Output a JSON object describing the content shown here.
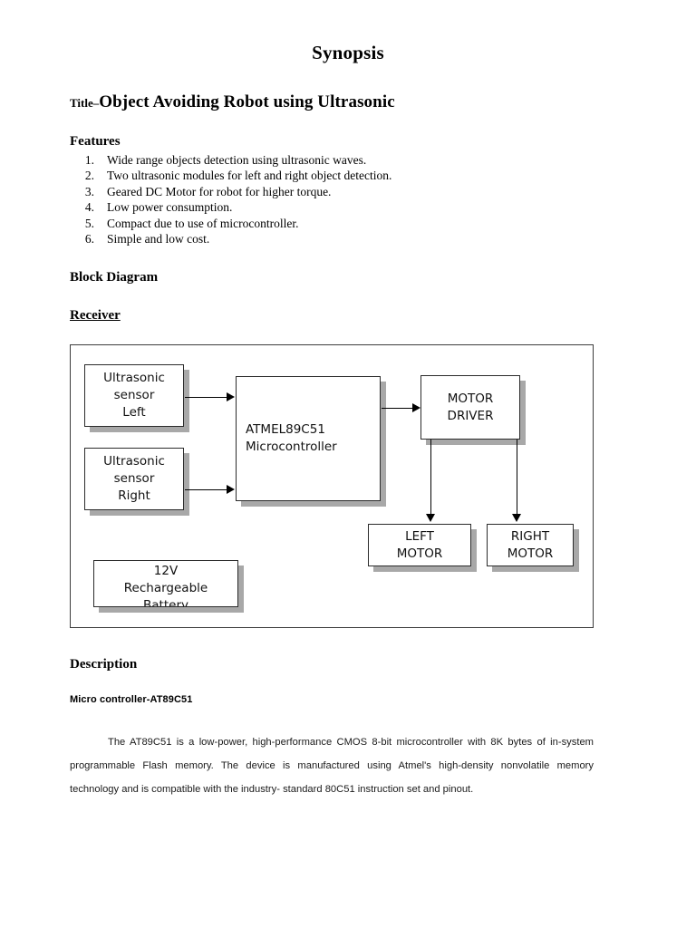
{
  "document": {
    "title": "Synopsis",
    "title_label": "Title",
    "title_dash": "–",
    "title_main": "Object Avoiding Robot using Ultrasonic"
  },
  "sections": {
    "features_heading": "Features",
    "block_diagram_heading": "Block Diagram",
    "receiver_heading": "Receiver",
    "description_heading": "Description",
    "micro_controller_heading": "Micro controller-AT89C51"
  },
  "features": [
    {
      "num": "1.",
      "text": "Wide range objects detection using ultrasonic waves."
    },
    {
      "num": "2.",
      "text": "Two ultrasonic modules for left and right object detection."
    },
    {
      "num": "3.",
      "text": "Geared DC Motor for robot for higher torque."
    },
    {
      "num": "4.",
      "text": "Low power consumption."
    },
    {
      "num": "5.",
      "text": "Compact due to use of microcontroller."
    },
    {
      "num": "6.",
      "text": "Simple and low cost."
    }
  ],
  "block_diagram": {
    "sensor_left": {
      "line1": "Ultrasonic",
      "line2": "sensor",
      "line3": "Left"
    },
    "sensor_right": {
      "line1": "Ultrasonic",
      "line2": "sensor",
      "line3": "Right"
    },
    "mcu": {
      "line1": "ATMEL89C51",
      "line2": "Microcontroller"
    },
    "motor_driver": {
      "line1": "MOTOR",
      "line2": "DRIVER"
    },
    "left_motor": {
      "line1": "LEFT",
      "line2": "MOTOR"
    },
    "right_motor": {
      "line1": "RIGHT",
      "line2": "MOTOR"
    },
    "battery": {
      "line1": "12V",
      "line2": "Rechargeable",
      "line3": "Battery"
    }
  },
  "description": {
    "paragraph": "The AT89C51 is a low-power, high-performance CMOS 8-bit microcontroller with 8K bytes of in-system programmable Flash memory. The device is manufactured using Atmel's high-density nonvolatile memory technology and is compatible with the industry- standard 80C51 instruction set and pinout."
  },
  "colors": {
    "text": "#000000",
    "box_border": "#2b2b2b",
    "box_shadow": "#a8a8a8",
    "frame_border": "#3c3c3c",
    "page_background": "#ffffff"
  }
}
